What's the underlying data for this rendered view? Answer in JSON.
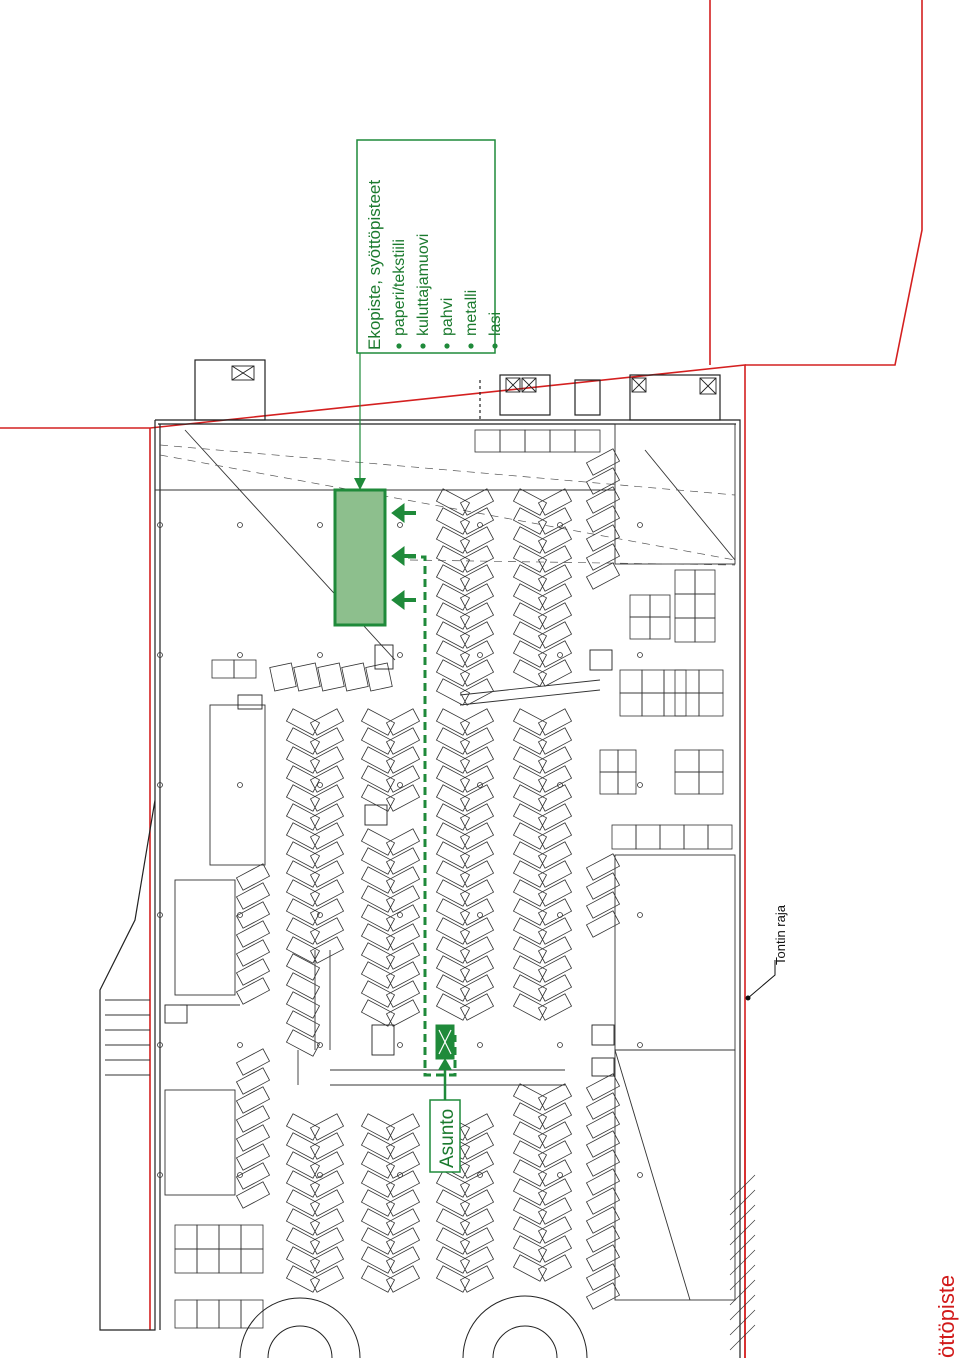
{
  "legend": {
    "title": "Ekopiste, syöttöpisteet",
    "items": [
      "paperi/tekstiili",
      "kuluttajamuovi",
      "pahvi",
      "metalli",
      "lasi"
    ]
  },
  "labels": {
    "asunto": "Asunto",
    "tontin_raja": "Tontin raja",
    "edge_text": "öttöpiste"
  },
  "colors": {
    "boundary_red": "#d42020",
    "eco_green": "#1f8a3a",
    "eco_fill": "#8dbf8d",
    "line": "#222222"
  }
}
